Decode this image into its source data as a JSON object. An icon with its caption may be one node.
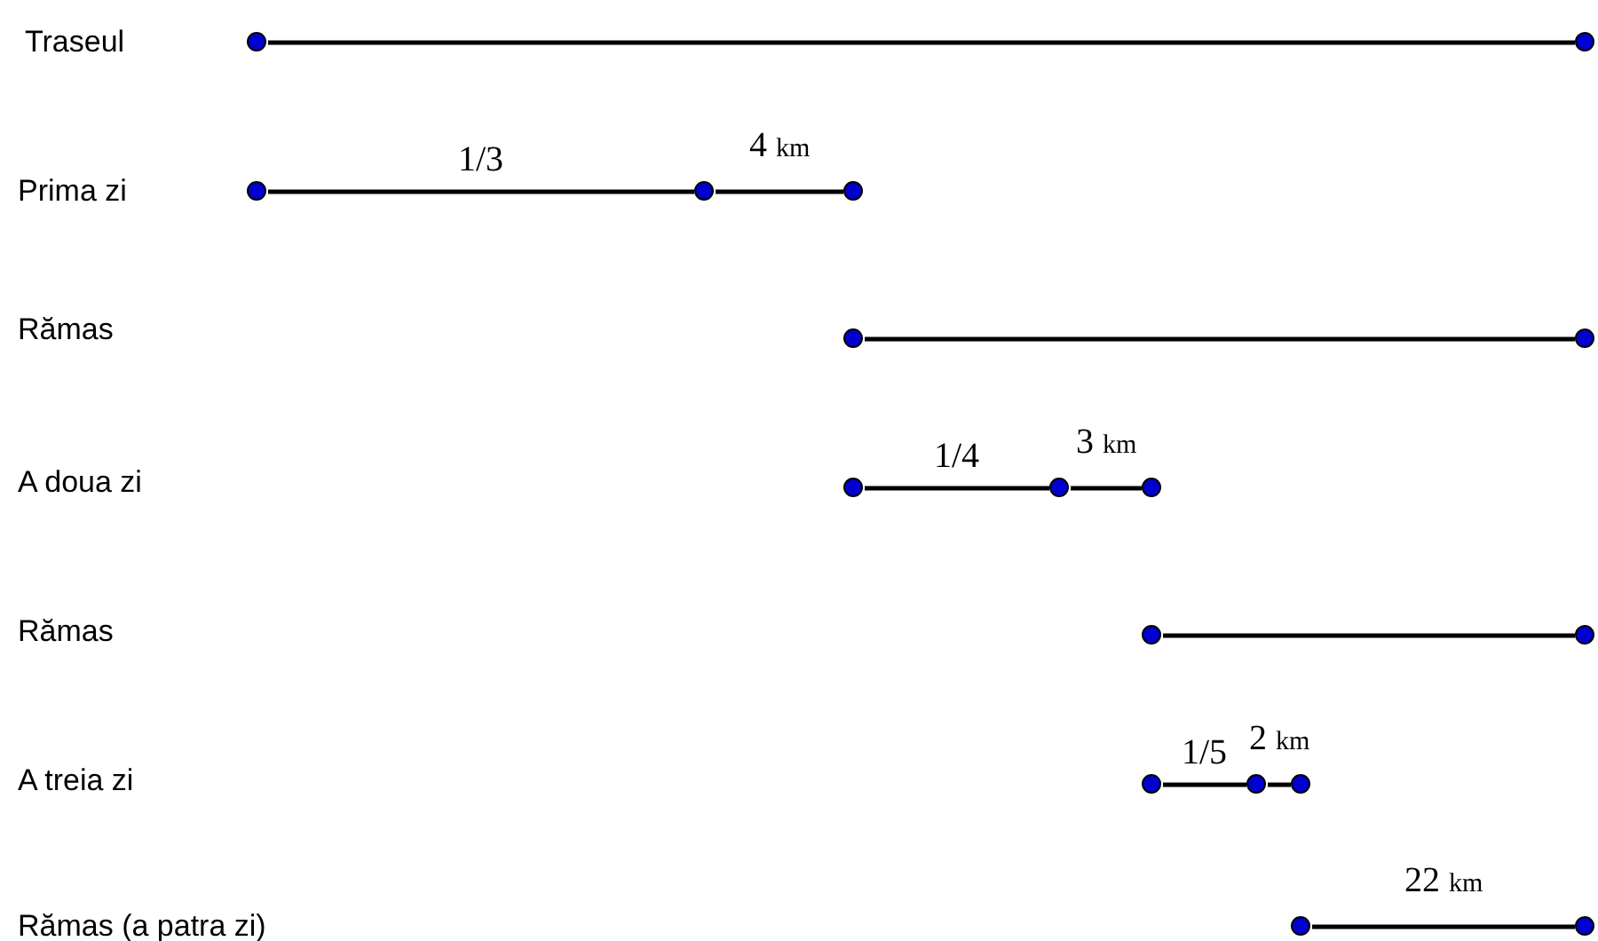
{
  "diagram": {
    "nodes": [
      {
        "text": [],
        "shape": "circle"
      },
      {
        "text": [],
        "shape": "circle"
      },
      {
        "text": [],
        "shape": "circle"
      },
      {
        "text": [],
        "shape": "circle"
      },
      {
        "text": [],
        "shape": "circle"
      },
      {
        "text": [],
        "shape": "circle"
      },
      {
        "text": [],
        "shape": "circle"
      },
      {
        "text": [],
        "shape": "circle"
      },
      {
        "text": [],
        "shape": "circle"
      },
      {
        "text": [],
        "shape": "circle"
      },
      {
        "text": [],
        "shape": "circle"
      },
      {
        "text": [],
        "shape": "circle"
      },
      {
        "text": [],
        "shape": "circle"
      },
      {
        "text": [],
        "shape": "circle"
      },
      {
        "text": [],
        "shape": "circle"
      },
      {
        "text": [],
        "shape": "circle"
      },
      {
        "text": [],
        "shape": "circle"
      }
    ],
    "edges": [
      {
        "from": 0,
        "to": 1,
        "arrow": "none"
      },
      {
        "from": 2,
        "to": 3,
        "arrow": "none",
        "label": "1/3"
      },
      {
        "from": 3,
        "to": 4,
        "arrow": "none",
        "label": "4 km"
      },
      {
        "from": 5,
        "to": 6,
        "arrow": "none"
      },
      {
        "from": 7,
        "to": 8,
        "arrow": "none",
        "label": "1/4"
      },
      {
        "from": 8,
        "to": 9,
        "arrow": "none",
        "label": "3 km"
      },
      {
        "from": 10,
        "to": 11,
        "arrow": "none"
      },
      {
        "from": 12,
        "to": 13,
        "arrow": "none",
        "label": "1/5"
      },
      {
        "from": 13,
        "to": 14,
        "arrow": "none",
        "label": "2 km"
      },
      {
        "from": 15,
        "to": 16,
        "arrow": "none",
        "label": "22 km"
      }
    ],
    "labels": [
      "Traseul",
      "Prima zi",
      "Rămas",
      "A doua zi",
      "Rămas",
      "A treia zi",
      "Rămas (a patra zi)"
    ]
  }
}
